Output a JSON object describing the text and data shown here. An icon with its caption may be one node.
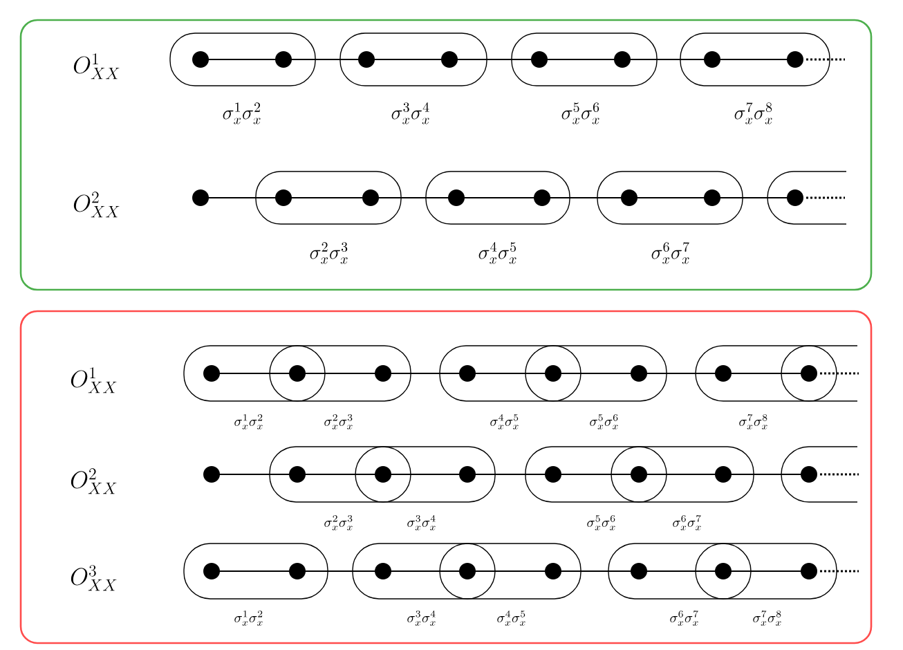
{
  "diagram": {
    "nodes": [
      {
        "text": [],
        "shape": "box"
      },
      {
        "text": [],
        "shape": "box"
      }
    ],
    "edges": [],
    "labels": [
      "O^{1}_{XX}",
      "\\sigma_x^1\\sigma_x^2",
      "\\sigma_x^3\\sigma_x^4",
      "\\sigma_x^5\\sigma_x^6",
      "\\sigma_x^7\\sigma_x^8",
      "O^{2}_{XX}",
      "\\sigma_x^2\\sigma_x^3",
      "\\sigma_x^4\\sigma_x^5",
      "\\sigma_x^6\\sigma_x^7",
      "O^{1}_{XX}",
      "\\sigma_x^1\\sigma_x^2",
      "\\sigma_x^2\\sigma_x^3",
      "\\sigma_x^4\\sigma_x^5",
      "\\sigma_x^5\\sigma_x^6",
      "\\sigma_x^7\\sigma_x^8",
      "O^{2}_{XX}",
      "\\sigma_x^2\\sigma_x^3",
      "\\sigma_x^3\\sigma_x^4",
      "\\sigma_x^5\\sigma_x^6",
      "\\sigma_x^6\\sigma_x^7",
      "O^{3}_{XX}",
      "\\sigma_x^1\\sigma_x^2",
      "\\sigma_x^3\\sigma_x^4",
      "\\sigma_x^4\\sigma_x^5",
      "\\sigma_x^6\\sigma_x^7",
      "\\sigma_x^7\\sigma_x^8"
    ]
  }
}
